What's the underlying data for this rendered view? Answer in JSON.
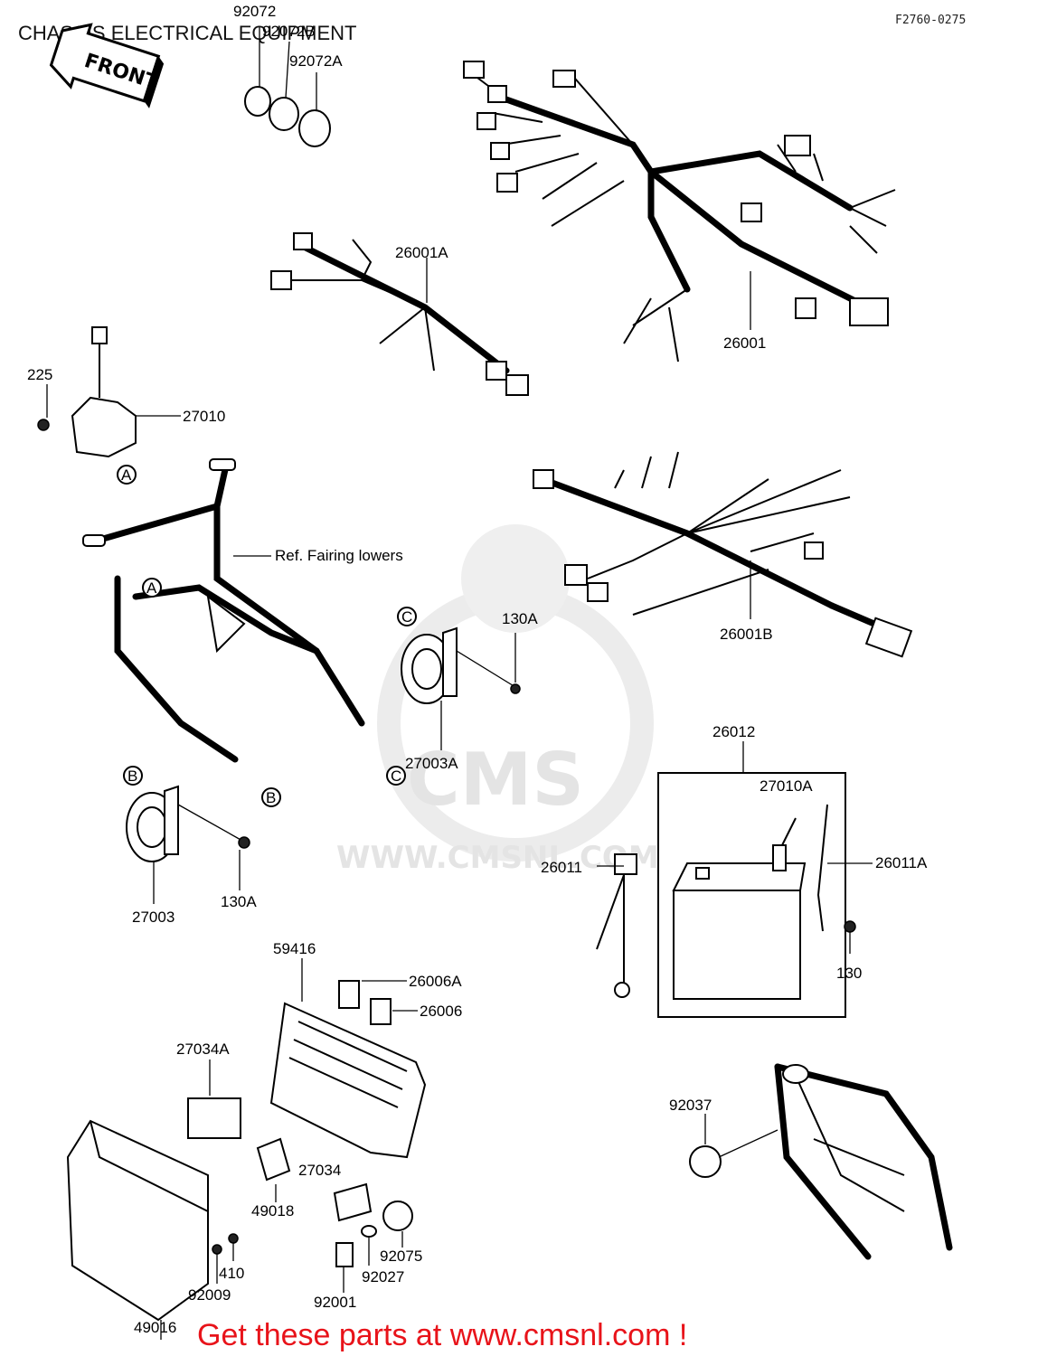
{
  "header": {
    "title": "CHASSIS ELECTRICAL EQUIPMENT",
    "code": "F2760-0275",
    "front_label": "FRONT"
  },
  "watermark": {
    "brand": "CMS",
    "url": "WWW.CMSNL.COM"
  },
  "notes": {
    "ref_fairing": "Ref. Fairing lowers"
  },
  "part_labels": [
    {
      "id": "92072",
      "text": "92072"
    },
    {
      "id": "92072B",
      "text": "92072B"
    },
    {
      "id": "92072A",
      "text": "92072A"
    },
    {
      "id": "26001A",
      "text": "26001A"
    },
    {
      "id": "26001",
      "text": "26001"
    },
    {
      "id": "225",
      "text": "225"
    },
    {
      "id": "27010",
      "text": "27010"
    },
    {
      "id": "26001B",
      "text": "26001B"
    },
    {
      "id": "130A-1",
      "text": "130A"
    },
    {
      "id": "27003A",
      "text": "27003A"
    },
    {
      "id": "26012",
      "text": "26012"
    },
    {
      "id": "27010A",
      "text": "27010A"
    },
    {
      "id": "26011",
      "text": "26011"
    },
    {
      "id": "26011A",
      "text": "26011A"
    },
    {
      "id": "130",
      "text": "130"
    },
    {
      "id": "27003",
      "text": "27003"
    },
    {
      "id": "130A-2",
      "text": "130A"
    },
    {
      "id": "59416",
      "text": "59416"
    },
    {
      "id": "26006A",
      "text": "26006A"
    },
    {
      "id": "26006",
      "text": "26006"
    },
    {
      "id": "27034A",
      "text": "27034A"
    },
    {
      "id": "92037",
      "text": "92037"
    },
    {
      "id": "27034",
      "text": "27034"
    },
    {
      "id": "49018",
      "text": "49018"
    },
    {
      "id": "92075",
      "text": "92075"
    },
    {
      "id": "410",
      "text": "410"
    },
    {
      "id": "92027",
      "text": "92027"
    },
    {
      "id": "92009",
      "text": "92009"
    },
    {
      "id": "92001",
      "text": "92001"
    },
    {
      "id": "49016",
      "text": "49016"
    }
  ],
  "markers": {
    "A": "A",
    "B": "B",
    "C": "C"
  },
  "footer": {
    "text": "Get these parts at www.cmsnl.com !"
  },
  "colors": {
    "footer_text": "#e8131a",
    "watermark": "#e4e4e4",
    "line": "#000000"
  }
}
